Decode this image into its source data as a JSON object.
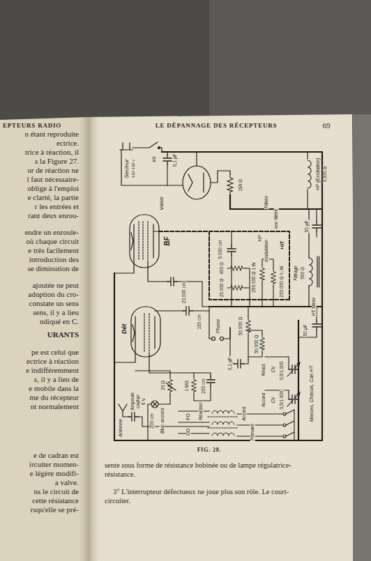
{
  "diagram": {
    "caption": "FIG. 28.",
    "labels": [
      "EPTEURS RADIO",
      "LE DÉPANNAGE DES RÉCEPTEURS",
      "69",
      "n étant reproduite",
      "ectrice.",
      "trice à réaction, il",
      "s la Figure 27.",
      "ur de réaction ne",
      "l faut nécessaire-",
      "oblige à l'emploi",
      "e clarté, la partie",
      "r les entrées et",
      "rant deux enrou-",
      "endre un enroule-",
      "où chaque circuit",
      "e très facilement",
      "introduction des",
      "se diminution de",
      "ajoutée ne peut",
      "adoption du cro-",
      "constate un sens",
      "sens, il y a lieu",
      "ndiqué en C.",
      "URANTS",
      "pe est celui que",
      "ectrice à réaction",
      "e indifféremment",
      "s, il y a lieu de",
      "e mobile dans la",
      "me du récepteur",
      "nt normalement",
      "e de cadran est",
      "ircuiter momen-",
      "e légère modifi-",
      "a valve.",
      "ns le circuit de",
      "cette résistance",
      "rsqu'elle se pré-",
      "Secteur",
      "110-130 v",
      "Int.",
      "0,1 µF",
      "Valve",
      "198 Ω",
      "HP (Excitation)",
      "3.500 Ω",
      "Filtrée",
      "non filtrée",
      "HP",
      "modulation",
      "+HT",
      "5.000 cm",
      "50 µF",
      "Filtrage",
      "500 Ω",
      "HT filtrée",
      "50 µF",
      "400 Ω",
      "25.000 Ω",
      "250.000 Ω 1 W",
      "250.000 Ω ¼ W",
      "20.000 cm",
      "BF",
      "Dét",
      "150 cm",
      "Phone",
      "50.000 Ω",
      "50.000 Ω",
      "0,1 µF",
      "1 MΩ",
      "200 cm",
      "20 Ω",
      "Ampoule",
      "cadran",
      "6 V",
      "200 cm",
      "Antenne",
      "Bloc accord",
      "Réaction",
      "Accord",
      "PO",
      "GO",
      "Primaire",
      "Réact.",
      "CV",
      "0,5/1.000",
      "Accord",
      "CV",
      "0,5/1.000",
      "Masses, Châssis, Cde HT",
      "sente sous forme de résistance bobinée ou de lampe régulatrice-",
      "résistance.",
      "3° L'interrupteur défectueux ne joue plus son rôle. Le court-",
      "circuiter."
    ]
  }
}
